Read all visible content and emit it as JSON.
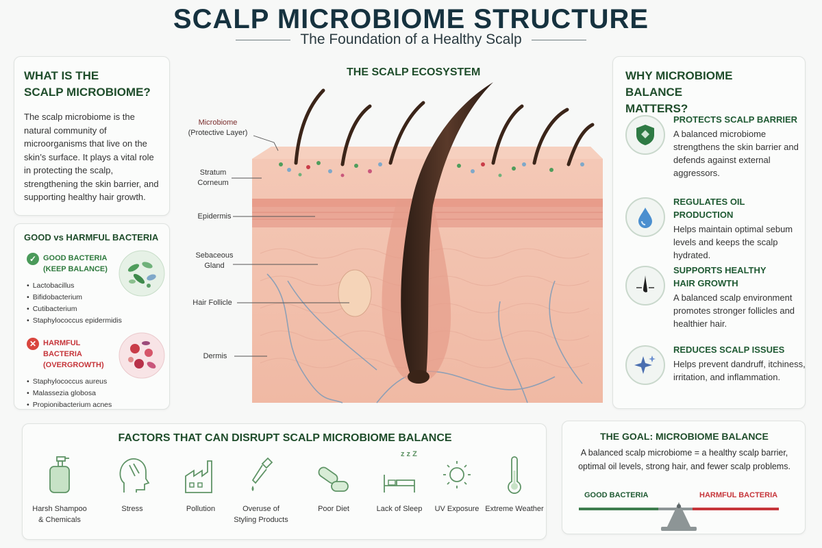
{
  "header": {
    "title": "SCALP MICROBIOME STRUCTURE",
    "subtitle": "The Foundation of a Healthy Scalp"
  },
  "what_is": {
    "title_line1": "WHAT IS THE",
    "title_line2": "SCALP MICROBIOME?",
    "body": "The scalp microbiome is the natural community of microorganisms that live on the skin’s surface. It plays a vital role in protecting the scalp, strengthening the skin barrier, and supporting healthy hair growth."
  },
  "bacteria": {
    "title": "GOOD vs HARMFUL BACTERIA",
    "good": {
      "label_line1": "GOOD BACTERIA",
      "label_line2": "(KEEP BALANCE)",
      "items": [
        "Lactobacillus",
        "Bifidobacterium",
        "Cutibacterium",
        "Staphylococcus epidermidis"
      ],
      "color": "#4a9a5a"
    },
    "harmful": {
      "label_line1": "HARMFUL BACTERIA",
      "label_line2": "(OVERGROWTH)",
      "items": [
        "Staphylococcus aureus",
        "Malassezia globosa",
        "Propionibacterium acnes"
      ],
      "color": "#d9463e"
    }
  },
  "ecosystem": {
    "title": "THE SCALP ECOSYSTEM",
    "labels": {
      "microbiome_line1": "Microbiome",
      "microbiome_line2": "(Protective Layer)",
      "stratum_line1": "Stratum",
      "stratum_line2": "Corneum",
      "epidermis": "Epidermis",
      "sebaceous_line1": "Sebaceous",
      "sebaceous_line2": "Gland",
      "hair_follicle": "Hair Follicle",
      "dermis": "Dermis"
    }
  },
  "why": {
    "title_line1": "WHY MICROBIOME BALANCE",
    "title_line2": "MATTERS?",
    "benefits": [
      {
        "icon": "shield-icon",
        "title_line1": "PROTECTS SCALP BARRIER",
        "title_line2": "",
        "text": "A balanced microbiome strengthens the skin barrier and defends against external aggressors."
      },
      {
        "icon": "droplet-icon",
        "title_line1": "REGULATES OIL PRODUCTION",
        "title_line2": "",
        "text": "Helps maintain optimal sebum levels and keeps the scalp hydrated."
      },
      {
        "icon": "hair-follicle-icon",
        "title_line1": "SUPPORTS HEALTHY",
        "title_line2": "HAIR GROWTH",
        "text": "A balanced scalp environment promotes stronger follicles and healthier hair."
      },
      {
        "icon": "sparkle-icon",
        "title_line1": "REDUCES SCALP ISSUES",
        "title_line2": "",
        "text": "Helps prevent dandruff, itchiness, irritation, and inflammation."
      }
    ]
  },
  "factors": {
    "title": "FACTORS THAT CAN DISRUPT SCALP MICROBIOME BALANCE",
    "items": [
      {
        "icon": "shampoo-bottle-icon",
        "line1": "Harsh Shampoo",
        "line2": "& Chemicals"
      },
      {
        "icon": "stressed-head-icon",
        "line1": "Stress",
        "line2": ""
      },
      {
        "icon": "factory-icon",
        "line1": "Pollution",
        "line2": ""
      },
      {
        "icon": "dropper-icon",
        "line1": "Overuse of",
        "line2": "Styling Products"
      },
      {
        "icon": "pills-icon",
        "line1": "Poor Diet",
        "line2": ""
      },
      {
        "icon": "bed-icon",
        "line1": "Lack of Sleep",
        "line2": ""
      },
      {
        "icon": "sun-icon",
        "line1": "UV Exposure",
        "line2": ""
      },
      {
        "icon": "thermometer-icon",
        "line1": "Extreme Weather",
        "line2": ""
      }
    ],
    "sleep_glyph": "z z Z"
  },
  "goal": {
    "title": "THE GOAL: MICROBIOME BALANCE",
    "text": "A balanced scalp microbiome = a healthy scalp barrier, optimal oil levels, strong hair, and fewer scalp problems.",
    "good_label": "GOOD BACTERIA",
    "bad_label": "HARMFUL BACTERIA"
  },
  "colors": {
    "title": "#16323f",
    "green": "#1f4d2b",
    "red": "#c6353a",
    "skin": "#f2c4b0"
  }
}
